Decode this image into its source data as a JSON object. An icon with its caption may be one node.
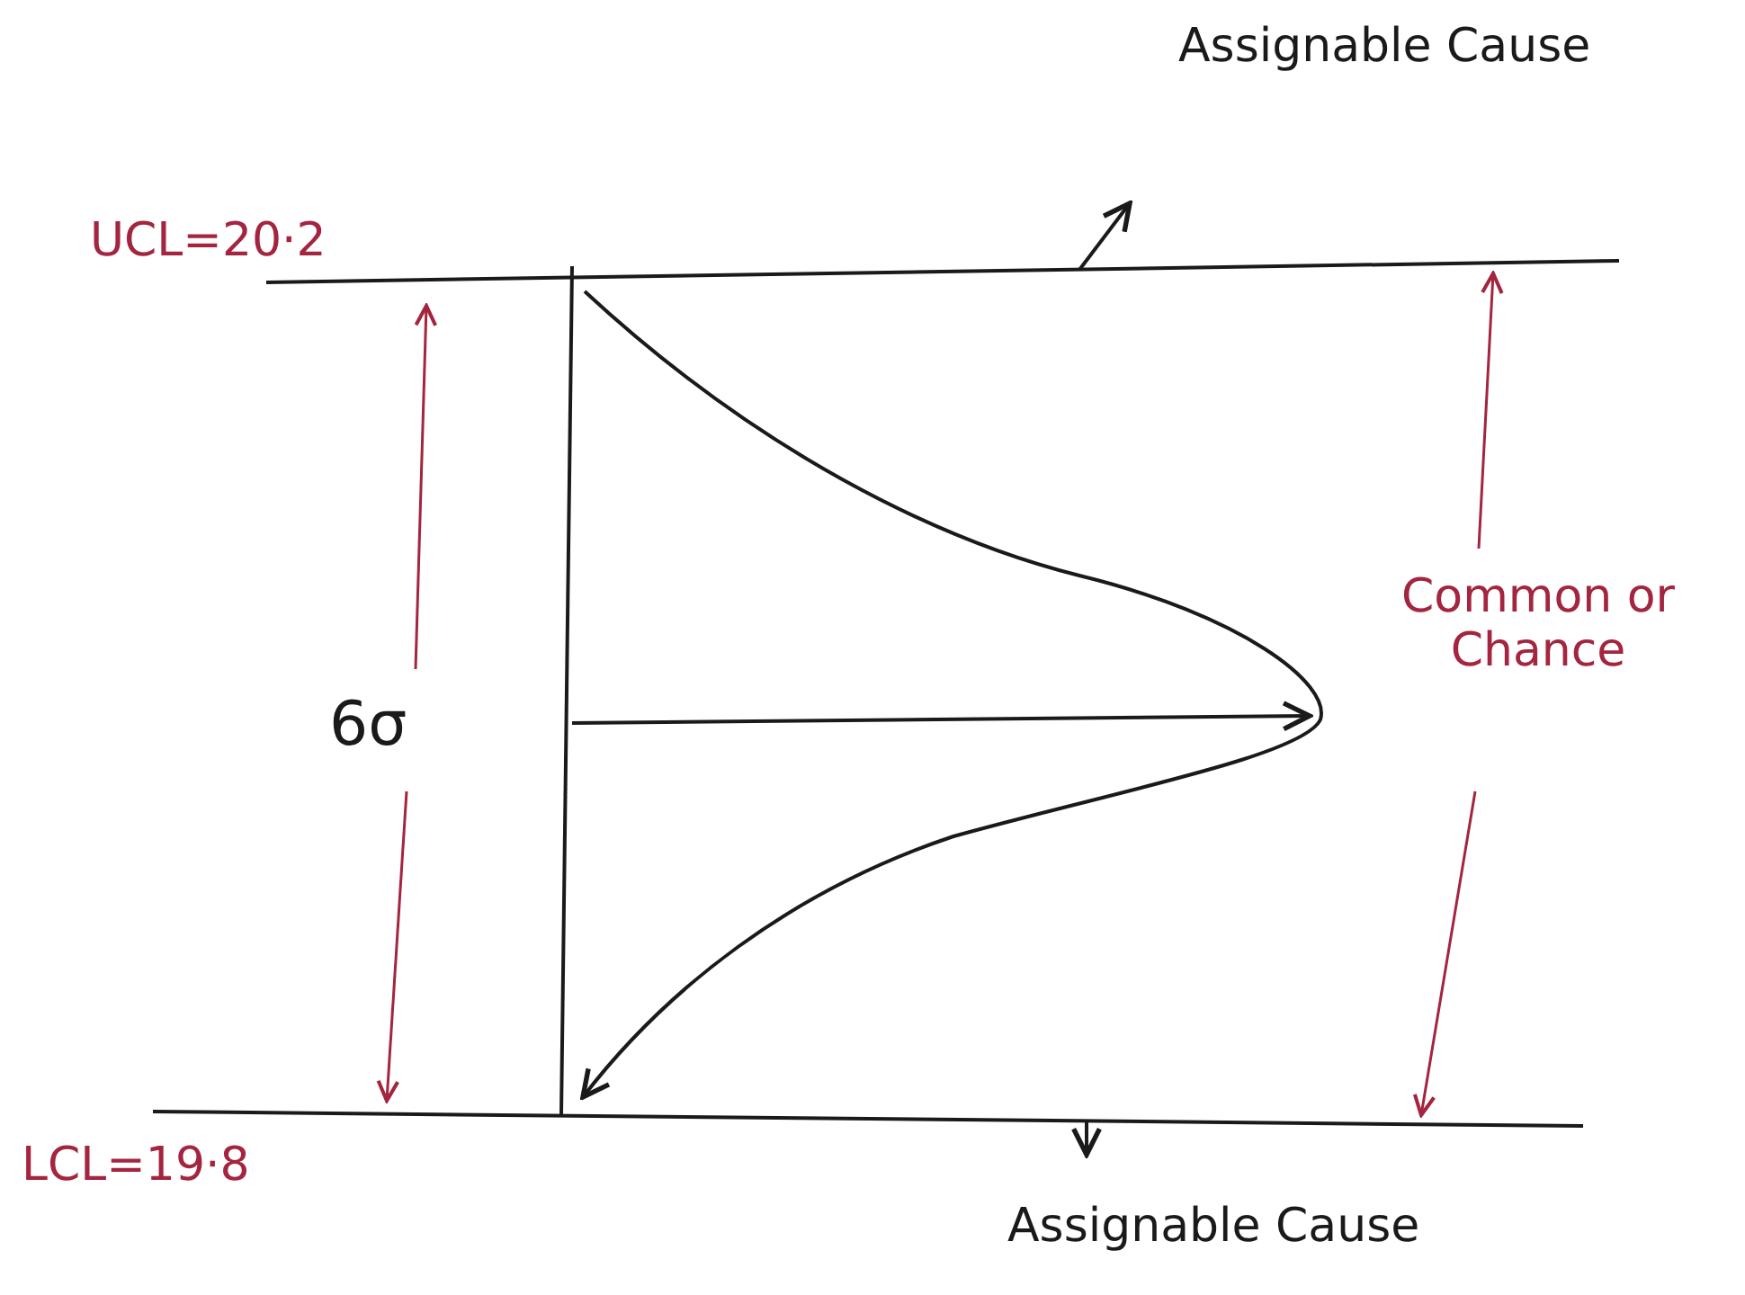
{
  "diagram": {
    "labels": [
      "Assignable Cause",
      "UCL=20·2",
      "6σ",
      "Common or Chance",
      "LCL=19·8",
      "Assignable Cause"
    ]
  }
}
